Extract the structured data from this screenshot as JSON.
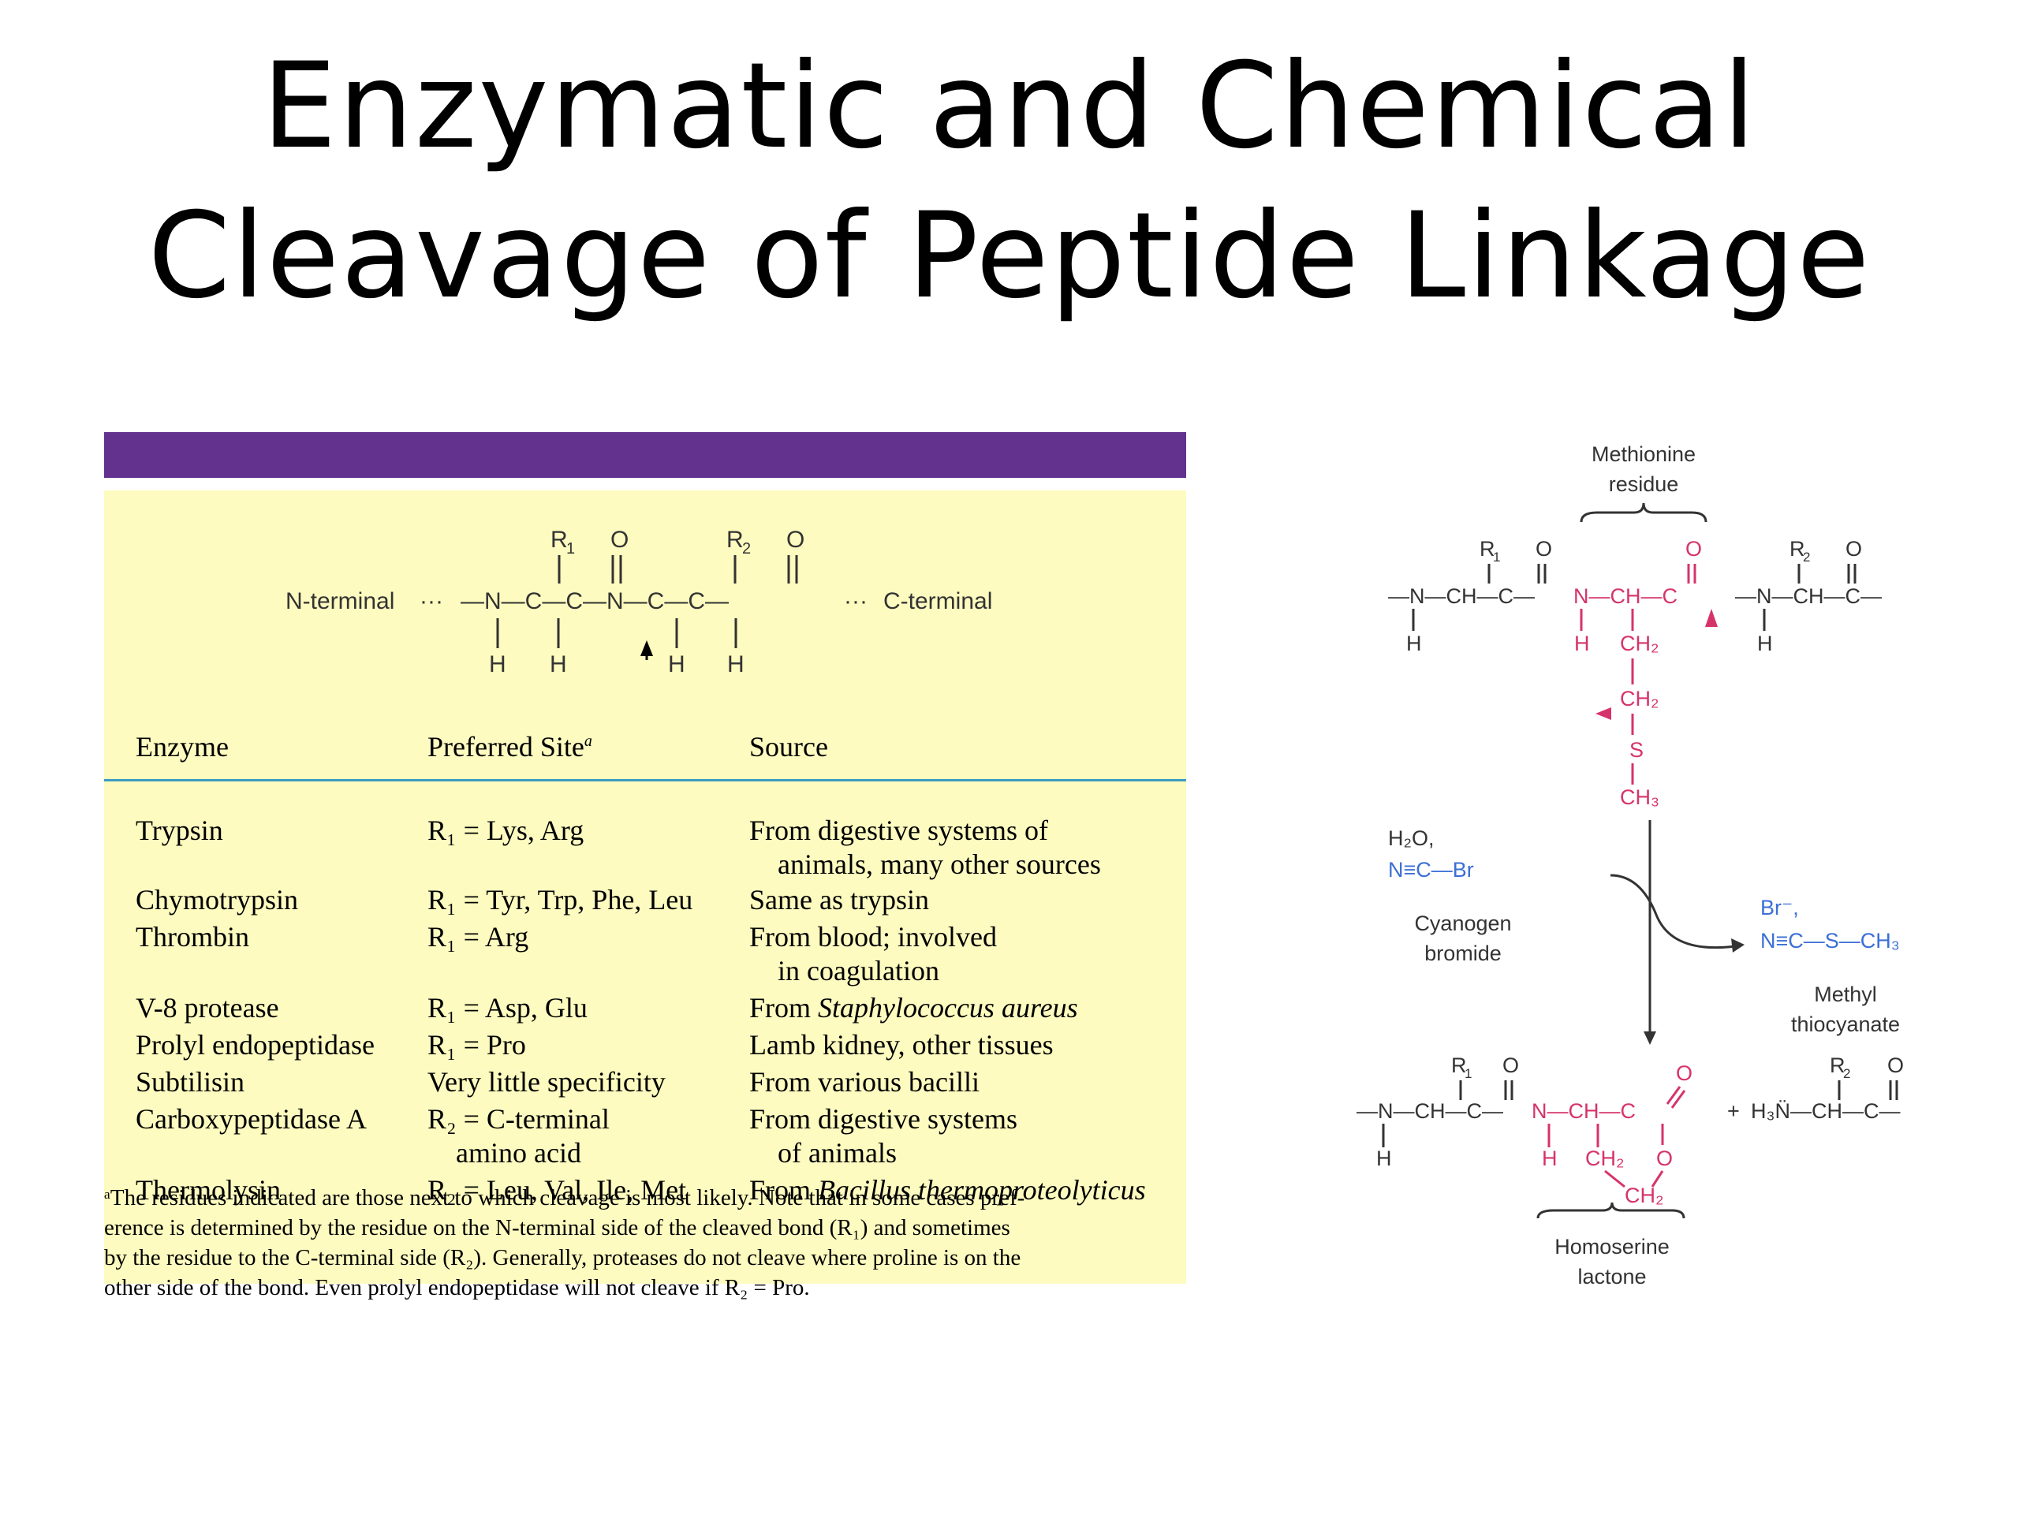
{
  "title": {
    "line1": "Enzymatic and Chemical",
    "line2": "Cleavage of Peptide Linkage"
  },
  "table": {
    "schematic": {
      "left_label": "N-terminal",
      "right_label": "C-terminal",
      "r1": "R",
      "r1_sub": "1",
      "r2": "R",
      "r2_sub": "2"
    },
    "headers": {
      "enzyme": "Enzyme",
      "site": "Preferred Site",
      "site_sup": "a",
      "source": "Source"
    },
    "rows": [
      {
        "enzyme": "Trypsin",
        "site": "R₁ = Lys, Arg",
        "source": [
          "From digestive systems of",
          "animals, many other sources"
        ]
      },
      {
        "enzyme": "Chymotrypsin",
        "site": "R₁ = Tyr, Trp, Phe, Leu",
        "source": [
          "Same as trypsin"
        ]
      },
      {
        "enzyme": "Thrombin",
        "site": "R₁ = Arg",
        "source": [
          "From blood; involved",
          "in coagulation"
        ]
      },
      {
        "enzyme": "V-8 protease",
        "site": "R₁ = Asp, Glu",
        "source_prefix": "From ",
        "source_italic": "Staphylococcus aureus"
      },
      {
        "enzyme": "Prolyl endopeptidase",
        "site": "R₁ = Pro",
        "source": [
          "Lamb kidney, other tissues"
        ]
      },
      {
        "enzyme": "Subtilisin",
        "site": "Very little specificity",
        "source": [
          "From various bacilli"
        ]
      },
      {
        "enzyme": "Carboxypeptidase A",
        "site": [
          "R₂ = C-terminal",
          "amino acid"
        ],
        "source": [
          "From digestive systems",
          "of animals"
        ]
      },
      {
        "enzyme": "Thermolysin",
        "site": "R₂ = Leu, Val, Ile, Met",
        "source_prefix": "From ",
        "source_italic": "Bacillus thermoproteolyticus"
      }
    ],
    "footnote": [
      "ᵃThe residues indicated are those next to which cleavage is most likely. Note that in some cases pref-",
      "erence is determined by the residue on the N-terminal side of the cleaved bond (R₁) and sometimes",
      "by the residue to the C-terminal side (R₂). Generally, proteases do not cleave where proline is on the",
      "other side of the bond. Even prolyl endopeptidase will not cleave if R₂ = Pro."
    ]
  },
  "reaction": {
    "methionine_label": [
      "Methionine",
      "residue"
    ],
    "reagent_water": "H₂O,",
    "reagent_formula": "N≡C—Br",
    "reagent_name": [
      "Cyanogen",
      "bromide"
    ],
    "byproduct_ion": "Br⁻,",
    "byproduct_formula": "N≡C—S—CH₃",
    "byproduct_name": [
      "Methyl",
      "thiocyanate"
    ],
    "product_label": [
      "Homoserine",
      "lactone"
    ],
    "plus": "+"
  },
  "colors": {
    "purple_bar": "#63328f",
    "table_bg": "#fdfbbf",
    "rule": "#3c9bc3",
    "methionine": "#d6336c",
    "reagent": "#3b6fd6"
  }
}
